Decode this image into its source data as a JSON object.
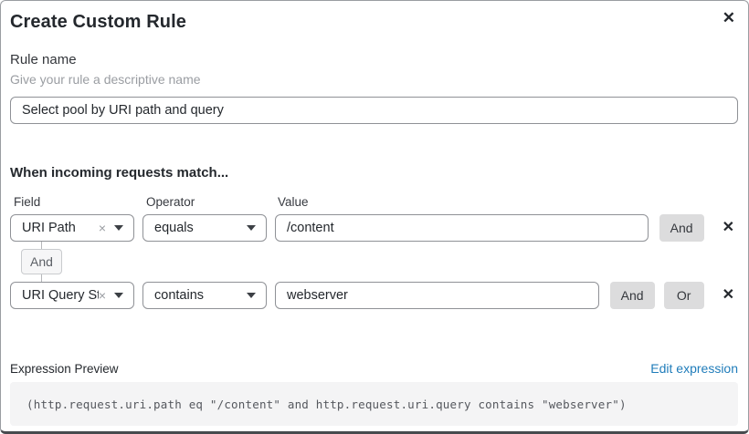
{
  "dialog": {
    "title": "Create Custom Rule",
    "close_icon": "✕"
  },
  "rule_name": {
    "label": "Rule name",
    "hint": "Give your rule a descriptive name",
    "value": "Select pool by URI path and query"
  },
  "match_section": {
    "heading": "When incoming requests match...",
    "columns": {
      "field": "Field",
      "operator": "Operator",
      "value": "Value"
    },
    "rows": [
      {
        "field": "URI Path",
        "operator": "equals",
        "value": "/content",
        "buttons": [
          "And"
        ]
      },
      {
        "field": "URI Query St...",
        "operator": "contains",
        "value": "webserver",
        "buttons": [
          "And",
          "Or"
        ]
      }
    ],
    "connector_label": "And",
    "clear_icon": "×",
    "remove_icon": "✕"
  },
  "expression_preview": {
    "label": "Expression Preview",
    "edit_link": "Edit expression",
    "expression": "(http.request.uri.path eq \"/content\" and http.request.uri.query contains \"webserver\")"
  },
  "colors": {
    "link_blue": "#1f7cba",
    "button_gray": "#dcdcdd",
    "code_background": "#f4f4f5"
  }
}
